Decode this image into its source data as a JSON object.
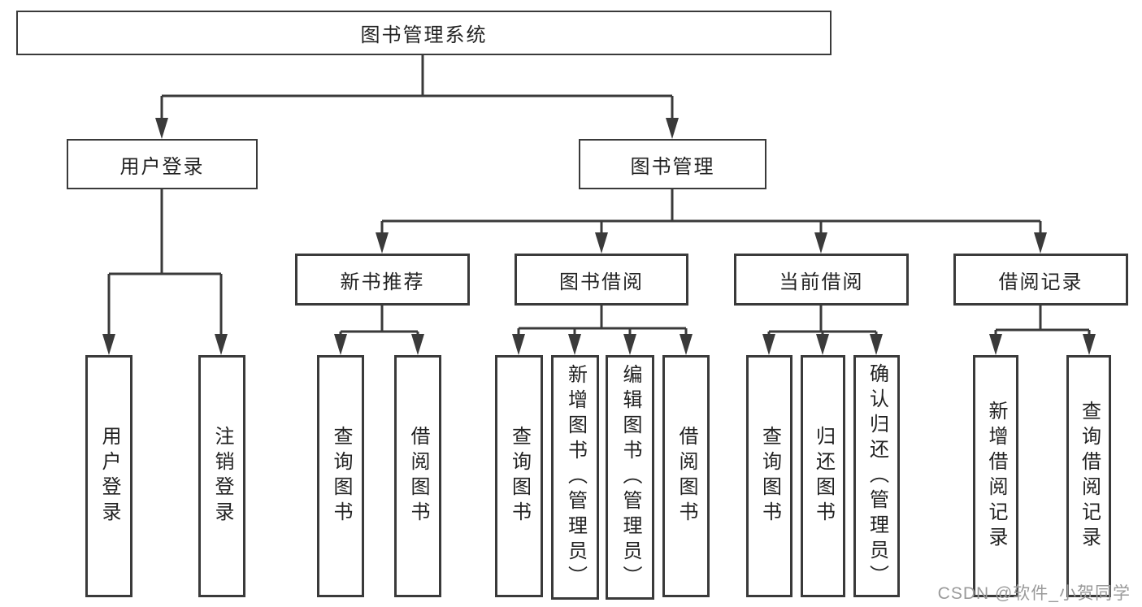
{
  "nodes": {
    "root": {
      "label": "图书管理系统"
    },
    "user_login": {
      "label": "用户登录"
    },
    "book_mgmt": {
      "label": "图书管理"
    },
    "new_book_rec": {
      "label": "新书推荐"
    },
    "book_borrow": {
      "label": "图书借阅"
    },
    "current_borrow": {
      "label": "当前借阅"
    },
    "borrow_record": {
      "label": "借阅记录"
    },
    "leaf_user_login": {
      "label": "用户登录"
    },
    "leaf_logout": {
      "label": "注销登录"
    },
    "leaf_query_book_1": {
      "label": "查询图书"
    },
    "leaf_borrow_book_1": {
      "label": "借阅图书"
    },
    "leaf_query_book_2": {
      "label": "查询图书"
    },
    "leaf_add_book": {
      "label": "新增图书（管理员）"
    },
    "leaf_edit_book": {
      "label": "编辑图书（管理员）"
    },
    "leaf_borrow_book_2": {
      "label": "借阅图书"
    },
    "leaf_query_book_3": {
      "label": "查询图书"
    },
    "leaf_return_book": {
      "label": "归还图书"
    },
    "leaf_confirm_return": {
      "label": "确认归还（管理员）"
    },
    "leaf_add_record": {
      "label": "新增借阅记录"
    },
    "leaf_query_record": {
      "label": "查询借阅记录"
    }
  },
  "hierarchy": {
    "图书管理系统": {
      "用户登录": [
        "用户登录",
        "注销登录"
      ],
      "图书管理": {
        "新书推荐": [
          "查询图书",
          "借阅图书"
        ],
        "图书借阅": [
          "查询图书",
          "新增图书（管理员）",
          "编辑图书（管理员）",
          "借阅图书"
        ],
        "当前借阅": [
          "查询图书",
          "归还图书",
          "确认归还（管理员）"
        ],
        "借阅记录": [
          "新增借阅记录",
          "查询借阅记录"
        ]
      }
    }
  },
  "watermark": "CSDN @软件_小贺同学",
  "colors": {
    "line": "#3a3a3a",
    "text": "#222222",
    "watermark_text": "#9a9a9a",
    "background": "#ffffff"
  }
}
